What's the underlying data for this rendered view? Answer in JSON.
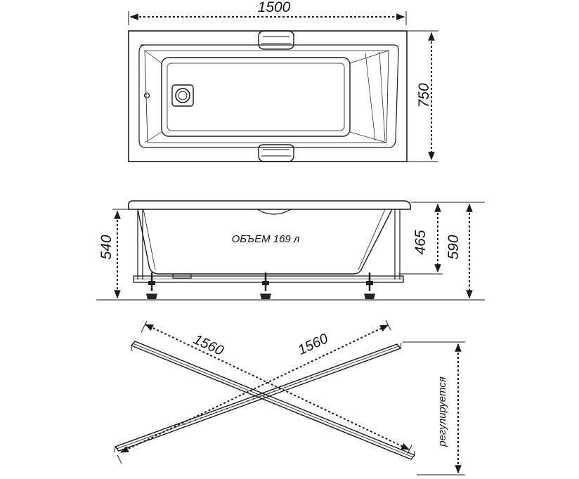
{
  "top_view": {
    "width_label": "1500",
    "height_label": "750"
  },
  "side_view": {
    "volume_label": "ОБЪЕМ 169 л",
    "left_height_label": "540",
    "inner_depth_label": "465",
    "total_height_label": "590"
  },
  "frame_view": {
    "diagonal_1_label": "1560",
    "diagonal_2_label": "1560",
    "adjustable_label": "регулируется"
  }
}
